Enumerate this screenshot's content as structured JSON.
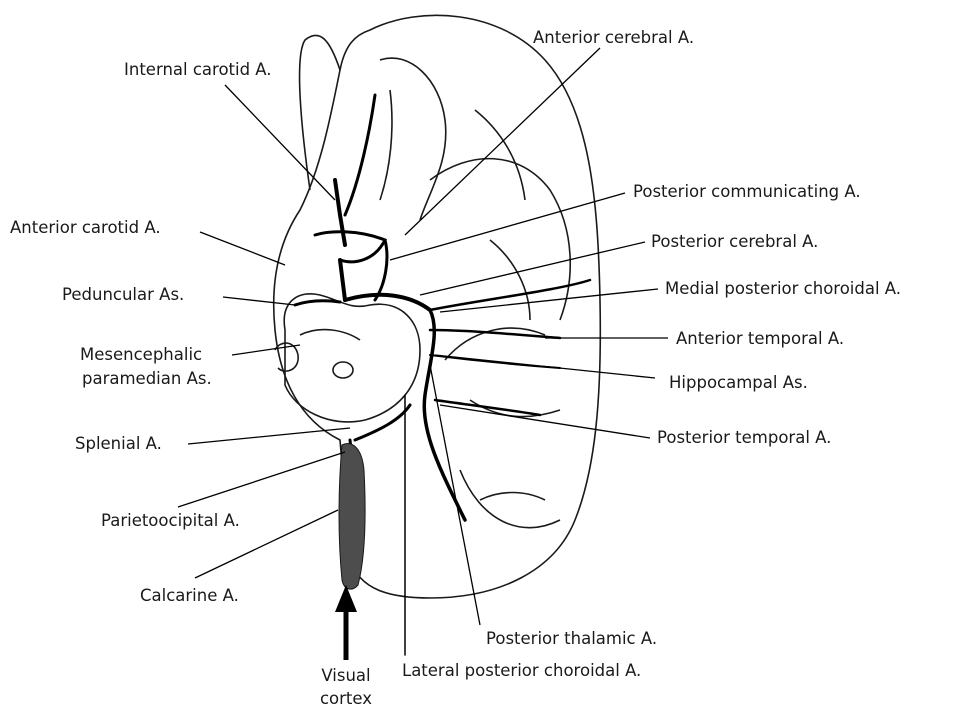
{
  "labels": {
    "internal_carotid": "Internal carotid A.",
    "anterior_cerebral": "Anterior cerebral A.",
    "posterior_communicating": "Posterior communicating A.",
    "anterior_carotid": "Anterior carotid A.",
    "posterior_cerebral": "Posterior cerebral A.",
    "peduncular": "Peduncular As.",
    "medial_posterior_choroidal": "Medial posterior choroidal A.",
    "mesencephalic_line1": "Mesencephalic",
    "mesencephalic_line2": "paramedian As.",
    "anterior_temporal": "Anterior temporal A.",
    "hippocampal": "Hippocampal As.",
    "splenial": "Splenial A.",
    "posterior_temporal": "Posterior temporal A.",
    "parietooccipital": "Parietoocipital A.",
    "calcarine": "Calcarine A.",
    "posterior_thalamic": "Posterior thalamic A.",
    "visual_line1": "Visual",
    "visual_line2": "cortex",
    "lateral_posterior_choroidal": "Lateral posterior choroidal A."
  }
}
